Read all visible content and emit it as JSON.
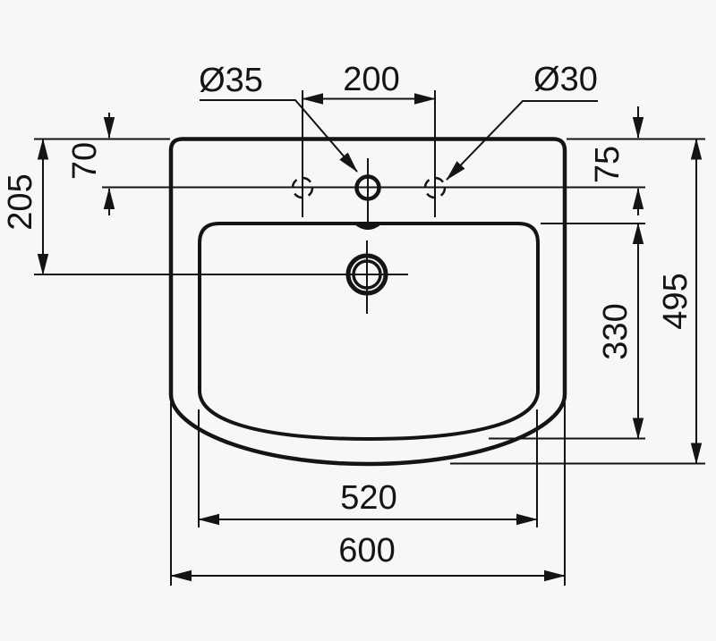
{
  "drawing": {
    "type": "washbasin-dimension-drawing",
    "colors": {
      "line": "#141414",
      "background": "#f7f7f7"
    },
    "labels": {
      "center_hole_diameter": "Ø35",
      "side_hole_diameter": "Ø30",
      "hole_spacing": "200",
      "rim_to_hole_axis_left": "70",
      "rim_to_overflow_axis": "205",
      "rim_to_hole_axis_right": "75",
      "basin_top_to_basin_front": "330",
      "overall_depth": "495",
      "inner_basin_width": "520",
      "overall_width": "600"
    }
  }
}
